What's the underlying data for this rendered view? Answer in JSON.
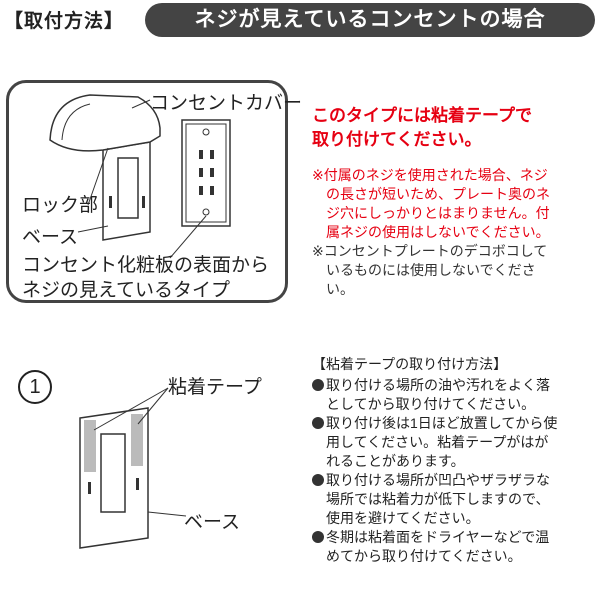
{
  "header": {
    "section_label": "【取付方法】",
    "title": "ネジが見えているコンセントの場合"
  },
  "diagram1": {
    "cover_label": "コンセントカバー",
    "lock_label": "ロック部",
    "base_label": "ベース",
    "caption": "コンセント化粧板の表面から\nネジの見えているタイプ"
  },
  "warning": {
    "heading": "このタイプには粘着テープで\n取り付けてください。",
    "note_red": "※付属のネジを使用された場合、ネジ\n　の長さが短いため、プレート奥のネ\n　ジ穴にしっかりとはまりません。付\n　属ネジの使用はしないでください。",
    "note_gray": "※コンセントプレートのデコボコして\n　いるものには使用しないでくださ\n　い。"
  },
  "step1": {
    "number": "1",
    "tape_label": "粘着テープ",
    "base_label": "ベース"
  },
  "howto": {
    "title": "【粘着テープの取り付け方法】",
    "items": [
      "取り付ける場所の油や汚れをよく落\nとしてから取り付けてください。",
      "取り付け後は1日ほど放置してから使\n用してください。粘着テープがはが\nれることがあります。",
      "取り付ける場所が凹凸やザラザラな\n場所では粘着力が低下しますので、\n使用を避けてください。",
      "冬期は粘着面をドライヤーなどで温\nめてから取り付けてください。"
    ]
  },
  "colors": {
    "accent_red": "#e60012",
    "pill_bg": "#444444"
  }
}
